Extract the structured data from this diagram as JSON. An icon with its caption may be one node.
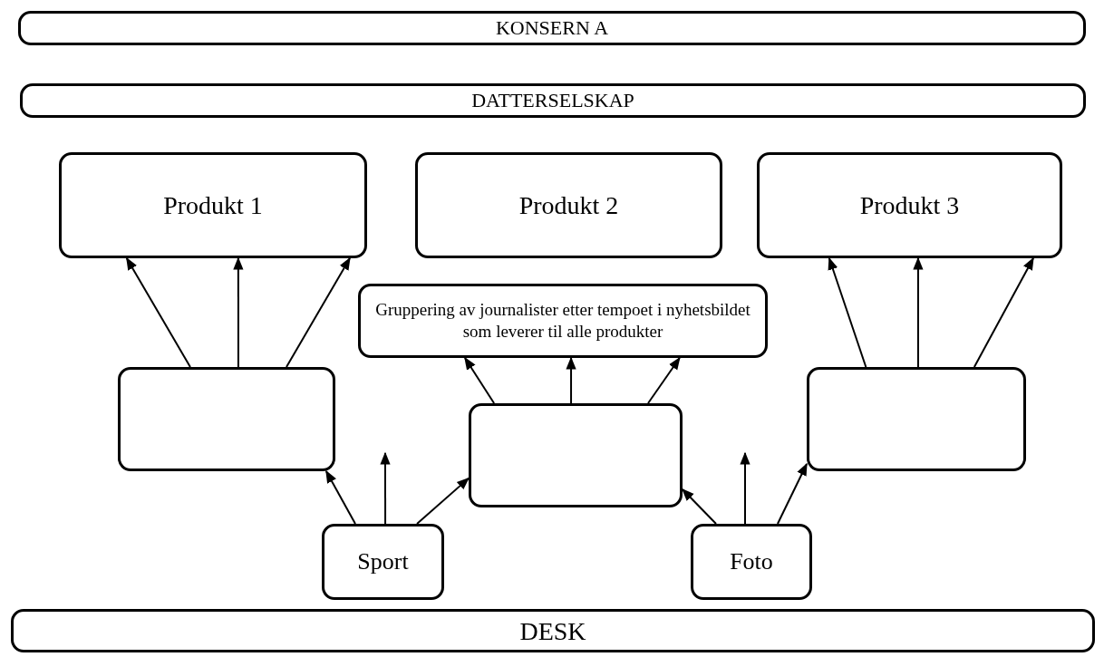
{
  "diagram": {
    "nodes": [
      {
        "text": [
          "KONSERN A"
        ]
      },
      {
        "text": [
          "DATTERSELSKAP"
        ]
      },
      {
        "text": [
          "Produkt 1"
        ]
      },
      {
        "text": [
          "Produkt 2"
        ]
      },
      {
        "text": [
          "Produkt 3"
        ]
      },
      {
        "text": [
          "Gruppering av journalister etter tempoet i nyhetsbildet som leverer til alle produkter"
        ]
      },
      {
        "text": [],
        "shape": "box"
      },
      {
        "text": [],
        "shape": "box"
      },
      {
        "text": [],
        "shape": "box"
      },
      {
        "text": [
          "Sport"
        ]
      },
      {
        "text": [
          "Foto"
        ]
      },
      {
        "text": [
          "DESK"
        ]
      }
    ],
    "edges": [
      {
        "from": 6,
        "to": 2,
        "arrow": "to"
      },
      {
        "from": 6,
        "to": 2,
        "arrow": "to"
      },
      {
        "from": 6,
        "to": 2,
        "arrow": "to"
      },
      {
        "from": 7,
        "to": 5,
        "arrow": "to"
      },
      {
        "from": 7,
        "to": 5,
        "arrow": "to"
      },
      {
        "from": 7,
        "to": 5,
        "arrow": "to"
      },
      {
        "from": 8,
        "to": 4,
        "arrow": "to"
      },
      {
        "from": 8,
        "to": 4,
        "arrow": "to"
      },
      {
        "from": 8,
        "to": 4,
        "arrow": "to"
      },
      {
        "from": 9,
        "to": 6,
        "arrow": "to"
      },
      {
        "from": 9,
        "to": null,
        "arrow": "to"
      },
      {
        "from": 9,
        "to": 7,
        "arrow": "to"
      },
      {
        "from": 10,
        "to": 7,
        "arrow": "to"
      },
      {
        "from": 10,
        "to": null,
        "arrow": "to"
      },
      {
        "from": 10,
        "to": 8,
        "arrow": "to"
      }
    ]
  }
}
